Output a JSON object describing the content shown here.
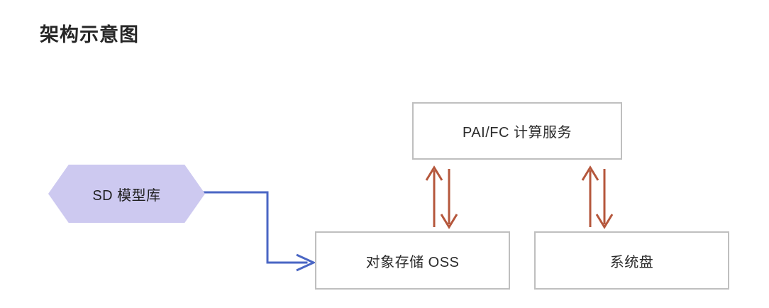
{
  "title": "架构示意图",
  "nodes": {
    "sd_model": {
      "label": "SD 模型库",
      "shape": "hexagon",
      "fill": "#cdc9f0"
    },
    "pai_fc": {
      "label": "PAI/FC 计算服务",
      "shape": "rectangle",
      "fill": "#ffffff",
      "border": "#bfbfbf"
    },
    "oss": {
      "label": "对象存储 OSS",
      "shape": "rectangle",
      "fill": "#ffffff",
      "border": "#bfbfbf"
    },
    "system_disk": {
      "label": "系统盘",
      "shape": "rectangle",
      "fill": "#ffffff",
      "border": "#bfbfbf"
    }
  },
  "connectors": {
    "sd_to_oss": {
      "from": "sd_model",
      "to": "oss",
      "style": "orthogonal-elbow",
      "color": "#4a66c4",
      "arrow": "single"
    },
    "oss_up": {
      "from": "oss",
      "to": "pai_fc",
      "color": "#b5573c",
      "arrow": "up"
    },
    "oss_down": {
      "from": "pai_fc",
      "to": "oss",
      "color": "#b5573c",
      "arrow": "down"
    },
    "disk_up": {
      "from": "system_disk",
      "to": "pai_fc",
      "color": "#b5573c",
      "arrow": "up"
    },
    "disk_down": {
      "from": "pai_fc",
      "to": "system_disk",
      "color": "#b5573c",
      "arrow": "down"
    }
  },
  "colors": {
    "background": "#ffffff",
    "title_text": "#262626",
    "node_text": "#2b2b2b",
    "node_border": "#bfbfbf",
    "hexagon_fill": "#cdc9f0",
    "blue_connector": "#4a66c4",
    "red_connector": "#b5573c"
  }
}
